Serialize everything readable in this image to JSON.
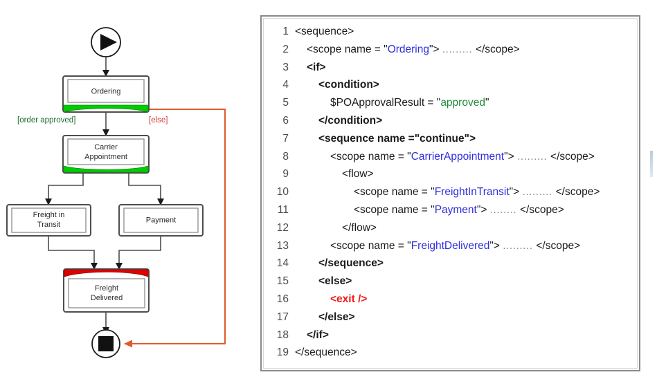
{
  "diagram": {
    "title": "Order fulfillment activity diagram",
    "start_node": {
      "name": "start",
      "glyph": "play-triangle"
    },
    "end_node": {
      "name": "end",
      "glyph": "stop-square"
    },
    "activities": [
      {
        "id": "ordering",
        "label": "Ordering",
        "marker": "green",
        "marker_position": "bottom"
      },
      {
        "id": "carrier-appointment",
        "label": "Carrier\nAppointment",
        "line1": "Carrier",
        "line2": "Appointment",
        "marker": "green",
        "marker_position": "bottom"
      },
      {
        "id": "freight-in-transit",
        "label": "Freight in\nTransit",
        "line1": "Freight in",
        "line2": "Transit",
        "marker": "none"
      },
      {
        "id": "payment",
        "label": "Payment",
        "marker": "none"
      },
      {
        "id": "freight-delivered",
        "label": "Freight\nDelivered",
        "line1": "Freight",
        "line2": "Delivered",
        "marker": "red",
        "marker_position": "top"
      }
    ],
    "edge_labels": [
      {
        "id": "order-approved",
        "text": "[order approved]",
        "color": "#1a6b2a"
      },
      {
        "id": "else",
        "text": "[else]",
        "color": "#d03b34"
      }
    ],
    "colors": {
      "green_marker": "#00cc00",
      "red_marker": "#e00000",
      "else_path": "#e05a2b",
      "box_stroke": "#4d4d4d",
      "connector": "#4d4d4d"
    }
  },
  "code": {
    "lines": [
      {
        "n": "1",
        "indent": 0,
        "bold": false,
        "parts": [
          {
            "t": "<sequence>",
            "c": "plain"
          }
        ]
      },
      {
        "n": "2",
        "indent": 1,
        "bold": false,
        "parts": [
          {
            "t": "<scope name = ",
            "c": "plain"
          },
          {
            "t": "\"",
            "c": "quote"
          },
          {
            "t": "Ordering",
            "c": "str"
          },
          {
            "t": "\"",
            "c": "quote"
          },
          {
            "t": "> ",
            "c": "plain"
          },
          {
            "t": "......... ",
            "c": "dots"
          },
          {
            "t": "</scope>",
            "c": "plain"
          }
        ]
      },
      {
        "n": "3",
        "indent": 1,
        "bold": true,
        "parts": [
          {
            "t": "<if>",
            "c": "plain"
          }
        ]
      },
      {
        "n": "4",
        "indent": 2,
        "bold": true,
        "parts": [
          {
            "t": "<condition>",
            "c": "plain"
          }
        ]
      },
      {
        "n": "5",
        "indent": 3,
        "bold": false,
        "parts": [
          {
            "t": "$POApprovalResult = ",
            "c": "plain"
          },
          {
            "t": "\"",
            "c": "quote"
          },
          {
            "t": "approved",
            "c": "green"
          },
          {
            "t": "\"",
            "c": "quote"
          }
        ]
      },
      {
        "n": "6",
        "indent": 2,
        "bold": true,
        "parts": [
          {
            "t": "</condition>",
            "c": "plain"
          }
        ]
      },
      {
        "n": "7",
        "indent": 2,
        "bold": true,
        "parts": [
          {
            "t": "<sequence name =\"continue\">",
            "c": "plain"
          }
        ]
      },
      {
        "n": "8",
        "indent": 3,
        "bold": false,
        "parts": [
          {
            "t": "<scope name = ",
            "c": "plain"
          },
          {
            "t": "\"",
            "c": "quote"
          },
          {
            "t": "CarrierAppointment",
            "c": "str"
          },
          {
            "t": "\"",
            "c": "quote"
          },
          {
            "t": "> ",
            "c": "plain"
          },
          {
            "t": "......... ",
            "c": "dots"
          },
          {
            "t": "</scope>",
            "c": "plain"
          }
        ]
      },
      {
        "n": "9",
        "indent": 4,
        "bold": false,
        "parts": [
          {
            "t": "<flow>",
            "c": "plain"
          }
        ]
      },
      {
        "n": "10",
        "indent": 5,
        "bold": false,
        "parts": [
          {
            "t": "<scope name = ",
            "c": "plain"
          },
          {
            "t": "\"",
            "c": "quote"
          },
          {
            "t": "FreightInTransit",
            "c": "str"
          },
          {
            "t": "\"",
            "c": "quote"
          },
          {
            "t": "> ",
            "c": "plain"
          },
          {
            "t": "......... ",
            "c": "dots"
          },
          {
            "t": "</scope>",
            "c": "plain"
          }
        ]
      },
      {
        "n": "11",
        "indent": 5,
        "bold": false,
        "parts": [
          {
            "t": "<scope name = ",
            "c": "plain"
          },
          {
            "t": "\"",
            "c": "quote"
          },
          {
            "t": "Payment",
            "c": "str"
          },
          {
            "t": "\"",
            "c": "quote"
          },
          {
            "t": "> ",
            "c": "plain"
          },
          {
            "t": "........ ",
            "c": "dots"
          },
          {
            "t": "</scope>",
            "c": "plain"
          }
        ]
      },
      {
        "n": "12",
        "indent": 4,
        "bold": false,
        "parts": [
          {
            "t": "</flow>",
            "c": "plain"
          }
        ]
      },
      {
        "n": "13",
        "indent": 3,
        "bold": false,
        "parts": [
          {
            "t": "<scope name = ",
            "c": "plain"
          },
          {
            "t": "\"",
            "c": "quote"
          },
          {
            "t": "FreightDelivered",
            "c": "str"
          },
          {
            "t": "\"",
            "c": "quote"
          },
          {
            "t": "> ",
            "c": "plain"
          },
          {
            "t": "......... ",
            "c": "dots"
          },
          {
            "t": "</scope>",
            "c": "plain"
          }
        ]
      },
      {
        "n": "14",
        "indent": 2,
        "bold": true,
        "parts": [
          {
            "t": "</sequence>",
            "c": "plain"
          }
        ]
      },
      {
        "n": "15",
        "indent": 2,
        "bold": true,
        "parts": [
          {
            "t": "<else>",
            "c": "plain"
          }
        ]
      },
      {
        "n": "16",
        "indent": 3,
        "bold": true,
        "parts": [
          {
            "t": "<exit />",
            "c": "red"
          }
        ]
      },
      {
        "n": "17",
        "indent": 2,
        "bold": true,
        "parts": [
          {
            "t": "</else>",
            "c": "plain"
          }
        ]
      },
      {
        "n": "18",
        "indent": 1,
        "bold": true,
        "parts": [
          {
            "t": "</if>",
            "c": "plain"
          }
        ]
      },
      {
        "n": "19",
        "indent": 0,
        "bold": false,
        "parts": [
          {
            "t": "</sequence>",
            "c": "plain"
          }
        ]
      }
    ]
  }
}
